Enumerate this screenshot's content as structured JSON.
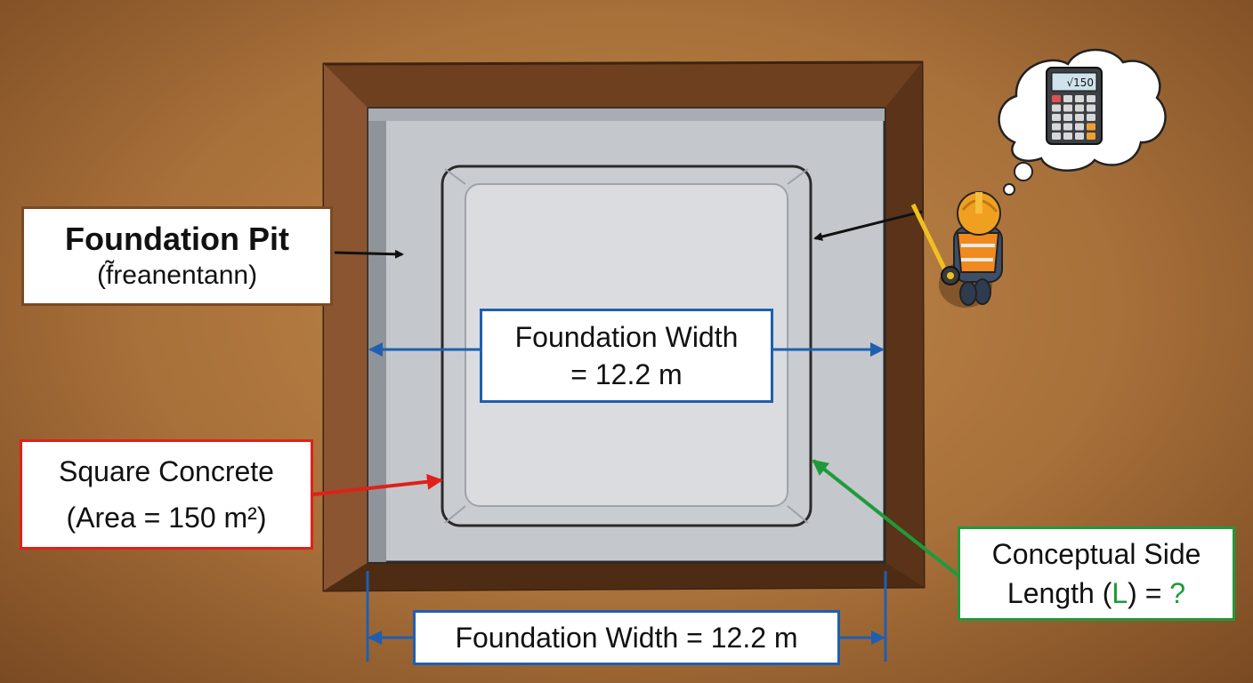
{
  "labels": {
    "pit_title": "Foundation Pit",
    "pit_subtitle": "(f̃reanentann)",
    "width_mid_line1": "Foundation Width",
    "width_mid_line2": "= 12.2 m",
    "square_line1": "Square Concrete",
    "square_line2": "(Area = 150 m²)",
    "concept_line1": "Conceptual Side",
    "concept_prefix": "Length (",
    "concept_var": "L",
    "concept_mid": ") = ",
    "concept_unknown": "?",
    "width_bottom": "Foundation Width = 12.2 m"
  },
  "calculator": {
    "display": "√150"
  },
  "colors": {
    "soil": "#7a4a22",
    "pit_floor": "#c4c7cc",
    "slab": "#d6d8dc",
    "blue_arrow": "#1f5fb0",
    "red_arrow": "#e0201a",
    "green_arrow": "#1f9a3a"
  }
}
